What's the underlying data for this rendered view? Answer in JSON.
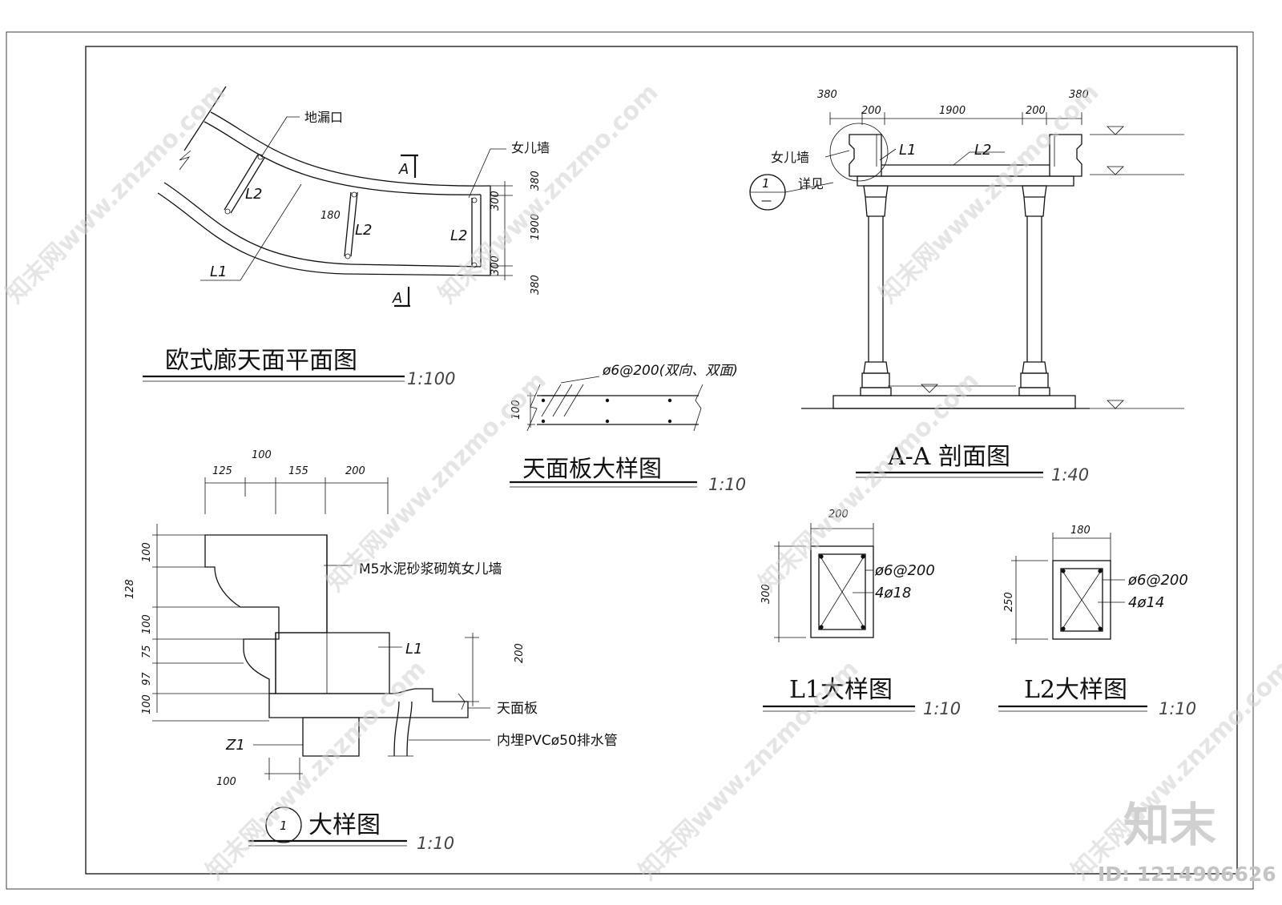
{
  "plan": {
    "title": "欧式廊天面平面图",
    "scale": "1:100",
    "label_drain": "地漏口",
    "label_parapet": "女儿墙",
    "label_l1": "L1",
    "label_l2a": "L2",
    "label_l2b": "L2",
    "label_l2c": "L2",
    "label_a_top": "A",
    "label_a_bottom": "A",
    "dim_180": "180",
    "dim_300_top": "300",
    "dim_1900": "1900",
    "dim_300_bottom": "300",
    "dim_380_top": "380",
    "dim_380_bottom": "380"
  },
  "slab": {
    "title": "天面板大样图",
    "scale": "1:10",
    "rebar_note": "ø6@200(双向、双面)",
    "dim_100": "100"
  },
  "section": {
    "title": "A-A 剖面图",
    "scale": "1:40",
    "label_parapet": "女儿墙",
    "label_see": "详见",
    "label_l1": "L1",
    "label_l2": "L2",
    "detail_num": "1",
    "detail_sheet": "一",
    "dim_380_left": "380",
    "dim_200_left": "200",
    "dim_1900": "1900",
    "dim_200_right": "200",
    "dim_380_right": "380"
  },
  "detail": {
    "title": "大样图",
    "scale": "1:10",
    "detail_num": "1",
    "note_parapet": "M5水泥砂浆砌筑女儿墙",
    "note_l1": "L1",
    "note_slab": "天面板",
    "note_pipe": "内埋PVCø50排水管",
    "note_z1": "Z1",
    "dim_top_100": "100",
    "dim_125": "125",
    "dim_155": "155",
    "dim_200": "200",
    "dim_v_100a": "100",
    "dim_v_128": "128",
    "dim_v_100b": "100",
    "dim_v_75": "75",
    "dim_v_97": "97",
    "dim_v_100c": "100",
    "dim_v_200": "200",
    "dim_bottom_100": "100"
  },
  "beam_l1": {
    "title": "L1大样图",
    "scale": "1:10",
    "dim_w": "200",
    "dim_h": "300",
    "stirrup": "ø6@200",
    "main_bar": "4ø18"
  },
  "beam_l2": {
    "title": "L2大样图",
    "scale": "1:10",
    "dim_w": "180",
    "dim_h": "250",
    "stirrup": "ø6@200",
    "main_bar": "4ø14"
  },
  "watermark": {
    "logo": "知末",
    "id": "ID: 1214906626",
    "site": "知末网www.znzmo.com"
  }
}
